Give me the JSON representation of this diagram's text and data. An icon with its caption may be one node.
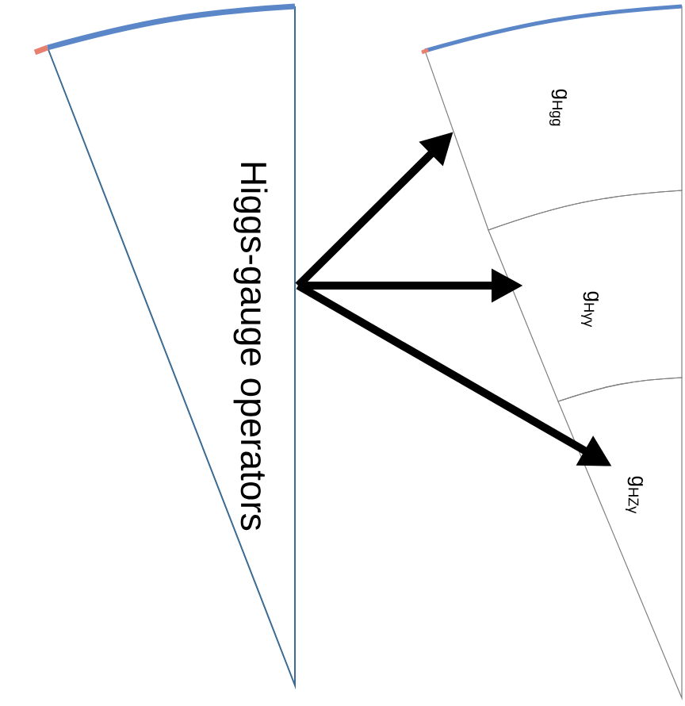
{
  "diagram": {
    "nodes": [
      {
        "text": [
          "Higgs-gauge operators"
        ]
      },
      {
        "text": [
          "g$_{Hgg}$"
        ]
      },
      {
        "text": [
          "g$_{Hγγ}$"
        ]
      },
      {
        "text": [
          "g$_{HZγ}$"
        ]
      }
    ],
    "edges": [
      {
        "from": 0,
        "to": 1,
        "arrow": "to"
      },
      {
        "from": 0,
        "to": 2,
        "arrow": "to"
      },
      {
        "from": 0,
        "to": 3,
        "arrow": "to"
      }
    ]
  }
}
